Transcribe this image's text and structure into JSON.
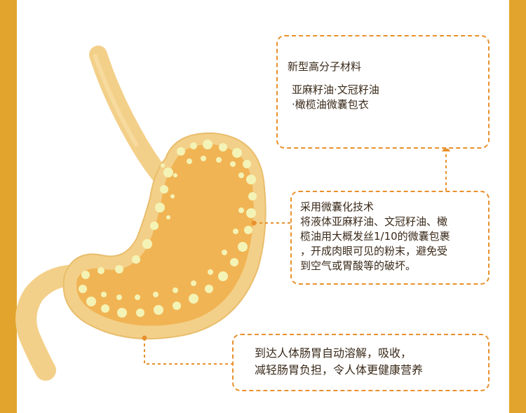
{
  "colors": {
    "frame": "#e2a42c",
    "stomach_wall": "#f3d089",
    "stomach_inner": "#f1b454",
    "bubble": "#f4f3b6",
    "callout_border": "#e8912c"
  },
  "capsule_callout": {
    "label_material": "新型高分子材料",
    "label_oils_line1": "亚麻籽油·文冠籽油",
    "label_oils_line2": "·橄榄油微囊包衣"
  },
  "tech_callout": {
    "line1": "采用微囊化技术",
    "line2": "将液体亚麻籽油、文冠籽油、橄",
    "line3": "榄油用大概发丝1/10的微囊包裹",
    "line4": "，开成肉眼可见的粉末，避免受",
    "line5": "到空气或胃酸等的破坏。"
  },
  "digest_callout": {
    "line1": "到达人体肠胃自动溶解，吸收，",
    "line2": "减轻肠胃负担，令人体更健康营养"
  }
}
